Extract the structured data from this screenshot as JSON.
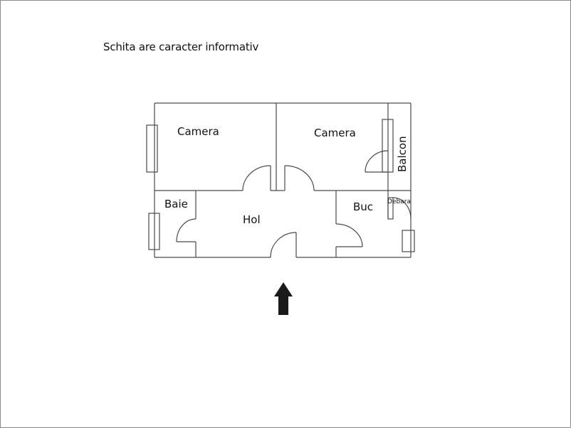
{
  "caption": "Schita are caracter informativ",
  "rooms": {
    "camera_left": "Camera",
    "camera_right": "Camera",
    "balcon": "Balcon",
    "baie": "Baie",
    "hol": "Hol",
    "buc": "Buc",
    "debara": "Debara"
  },
  "entrance_arrow": "arrow-up",
  "colors": {
    "wall": "#4a4a4a",
    "arrow": "#1a1a1a",
    "frame": "#8a8a8a"
  }
}
